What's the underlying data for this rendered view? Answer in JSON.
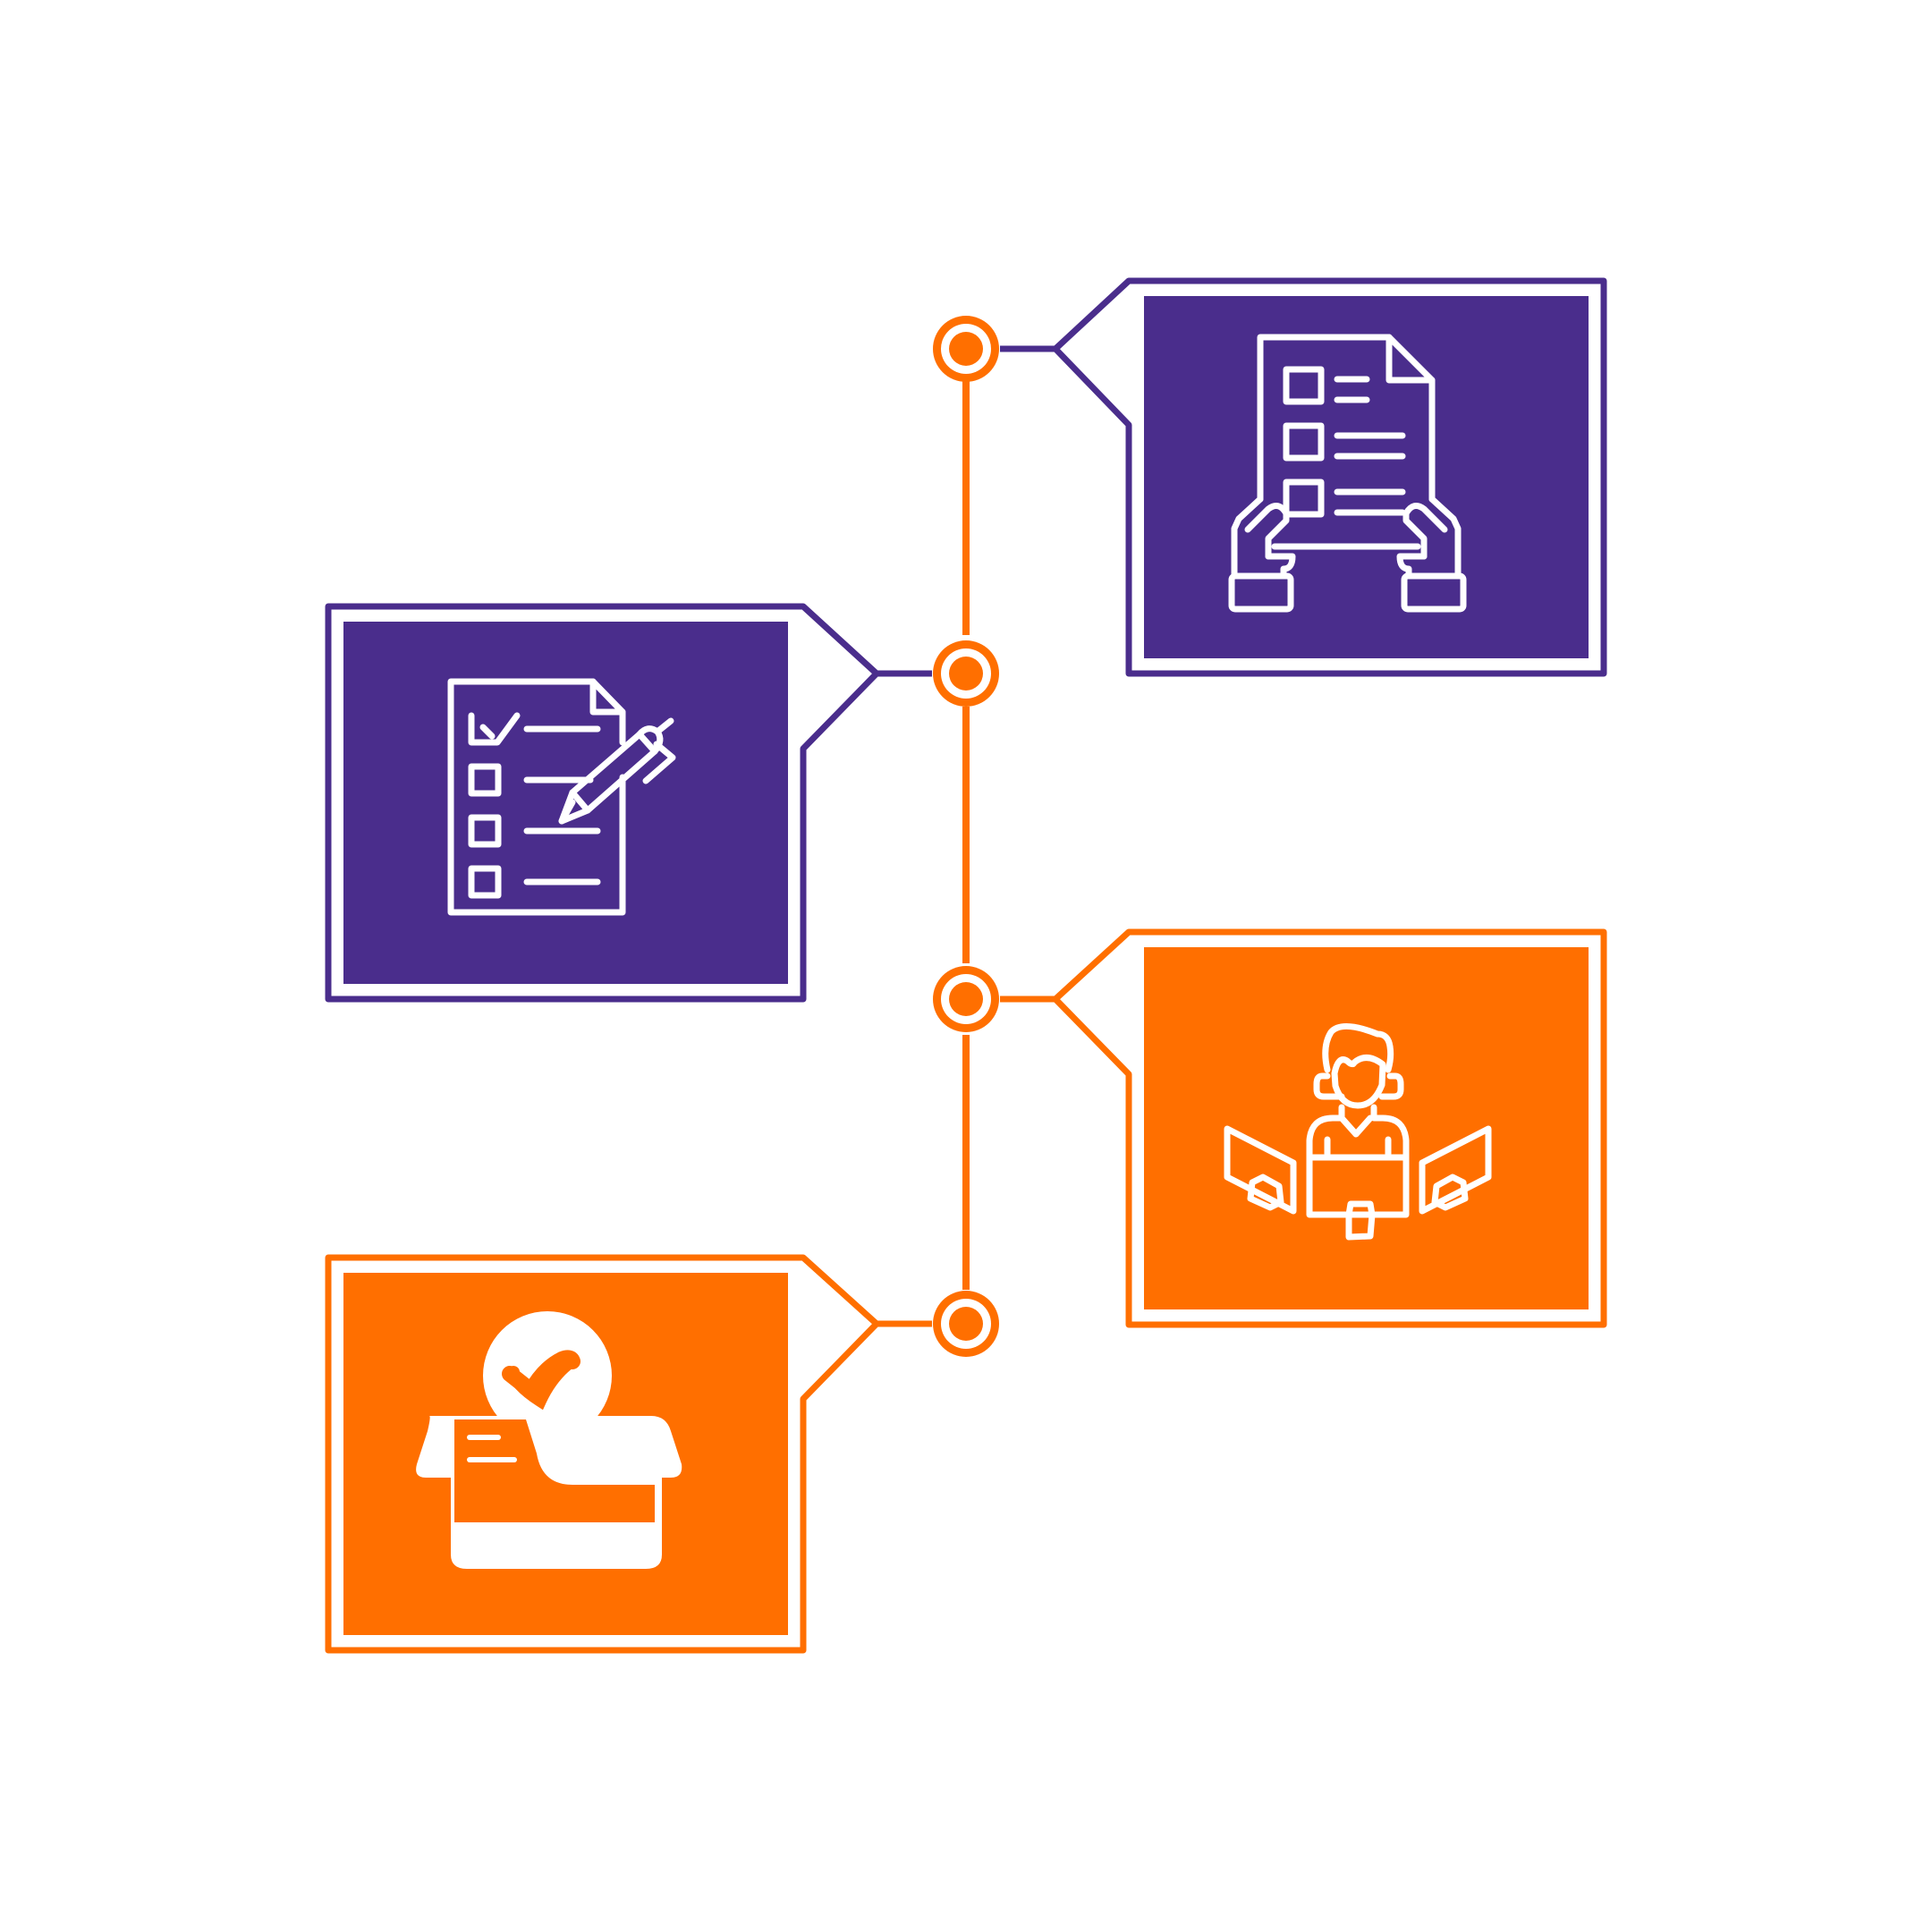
{
  "colors": {
    "purple": "#4a2d8c",
    "orange": "#ff6f00",
    "white": "#ffffff",
    "background": "#ffffff"
  },
  "timeline": {
    "nodes": [
      {
        "id": "node-1",
        "color": "orange"
      },
      {
        "id": "node-2",
        "color": "orange"
      },
      {
        "id": "node-3",
        "color": "orange"
      },
      {
        "id": "node-4",
        "color": "orange"
      }
    ]
  },
  "cards": [
    {
      "id": "card-1",
      "side": "right",
      "color": "purple",
      "icon": "document-in-hands-icon"
    },
    {
      "id": "card-2",
      "side": "left",
      "color": "purple",
      "icon": "checklist-with-pen-icon"
    },
    {
      "id": "card-3",
      "side": "right",
      "color": "orange",
      "icon": "person-at-desk-with-documents-icon"
    },
    {
      "id": "card-4",
      "side": "left",
      "color": "orange",
      "icon": "approved-box-icon"
    }
  ]
}
